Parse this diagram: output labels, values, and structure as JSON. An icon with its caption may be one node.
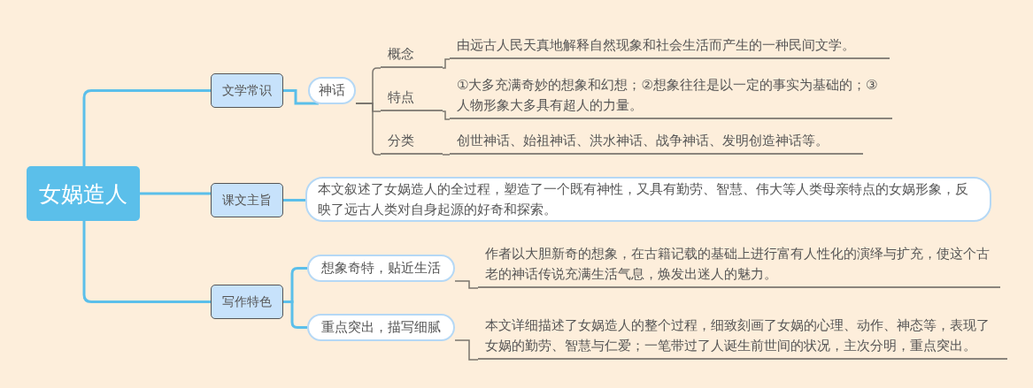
{
  "diagram": {
    "nodes": [
      {
        "text": [
          "女娲造人"
        ]
      },
      {
        "text": [
          "文学常识"
        ]
      },
      {
        "text": [
          "神话"
        ]
      },
      {
        "text": [
          "概念"
        ]
      },
      {
        "text": [
          "由远古人民天真地解释自然现象和社会生活而产生的一种民间文学。"
        ]
      },
      {
        "text": [
          "特点"
        ]
      },
      {
        "text": [
          "①大多充满奇妙的想象和幻想；②想象往往是以一定的事实为基础的；③人物形象大多具有超人的力量。"
        ]
      },
      {
        "text": [
          "分类"
        ]
      },
      {
        "text": [
          "创世神话、始祖神话、洪水神话、战争神话、发明创造神话等。"
        ]
      },
      {
        "text": [
          "课文主旨"
        ]
      },
      {
        "text": [
          "本文叙述了女娲造人的全过程，塑造了一个既有神性，又具有勤劳、智慧、伟大等人类母亲特点的女娲形象，反映了远古人类对自身起源的好奇和探索。"
        ]
      },
      {
        "text": [
          "写作特色"
        ]
      },
      {
        "text": [
          "想象奇特，贴近生活"
        ]
      },
      {
        "text": [
          "作者以大胆新奇的想象，在古籍记载的基础上进行富有人性化的演绎与扩充，使这个古老的神话传说充满生活气息，焕发出迷人的魅力。"
        ]
      },
      {
        "text": [
          "重点突出，描写细腻"
        ]
      },
      {
        "text": [
          "本文详细描述了女娲造人的整个过程，细致刻画了女娲的心理、动作、神态等，表现了女娲的勤劳、智慧与仁爱；一笔带过了人诞生前世间的状况，主次分明，重点突出。"
        ]
      }
    ],
    "edges": [
      {
        "from": 0,
        "to": 1,
        "arrow": "none",
        "color": "#5bbfea"
      },
      {
        "from": 1,
        "to": 2,
        "arrow": "none",
        "color": "#5bbfea"
      },
      {
        "from": 2,
        "to": 3,
        "arrow": "none"
      },
      {
        "from": 2,
        "to": 5,
        "arrow": "none"
      },
      {
        "from": 2,
        "to": 7,
        "arrow": "none"
      },
      {
        "from": 3,
        "to": 4,
        "arrow": "none"
      },
      {
        "from": 5,
        "to": 6,
        "arrow": "none"
      },
      {
        "from": 7,
        "to": 8,
        "arrow": "none"
      },
      {
        "from": 0,
        "to": 9,
        "arrow": "none",
        "color": "#5bbfea"
      },
      {
        "from": 9,
        "to": 10,
        "arrow": "none",
        "color": "#5bbfea"
      },
      {
        "from": 0,
        "to": 11,
        "arrow": "none",
        "color": "#5bbfea"
      },
      {
        "from": 11,
        "to": 12,
        "arrow": "none",
        "color": "#5bbfea"
      },
      {
        "from": 11,
        "to": 14,
        "arrow": "none",
        "color": "#5bbfea"
      },
      {
        "from": 12,
        "to": 13,
        "arrow": "none"
      },
      {
        "from": 14,
        "to": 15,
        "arrow": "none"
      }
    ]
  }
}
